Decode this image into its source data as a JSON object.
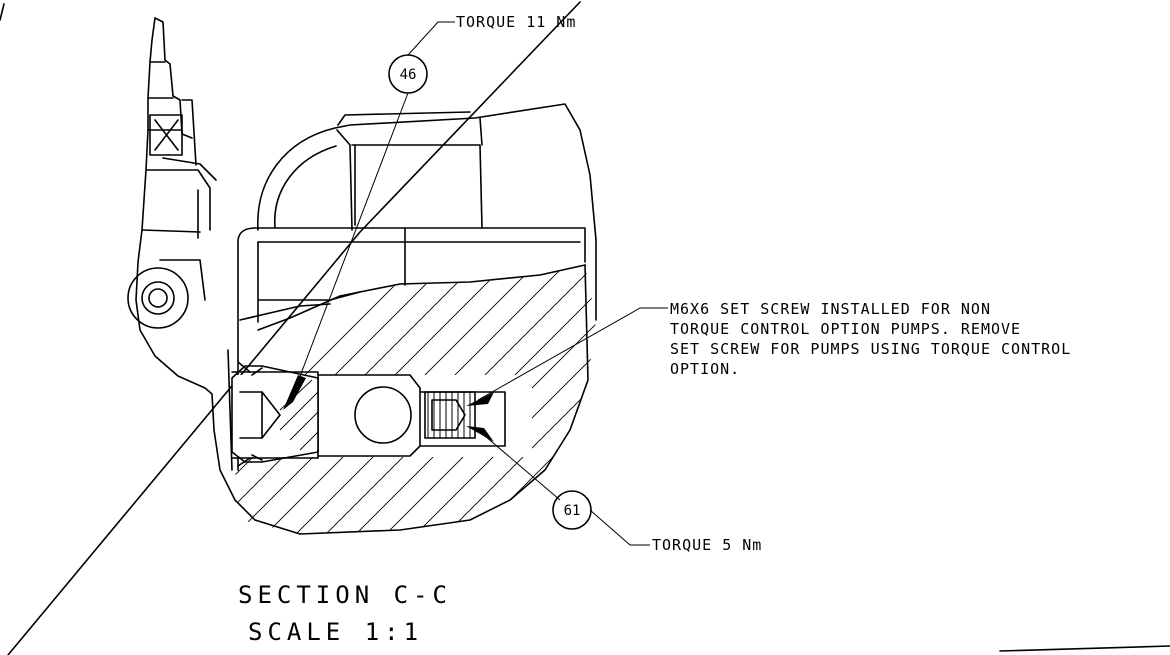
{
  "callouts": {
    "top_torque": "TORQUE 11 Nm",
    "bottom_torque": "TORQUE 5 Nm",
    "note_lines": [
      "M6X6 SET SCREW INSTALLED FOR NON",
      "TORQUE CONTROL OPTION PUMPS.  REMOVE",
      "SET SCREW FOR PUMPS USING TORQUE CONTROL",
      "OPTION."
    ]
  },
  "balloons": {
    "item_46": "46",
    "item_61": "61"
  },
  "section": {
    "title": "SECTION  C-C",
    "scale": "SCALE  1:1"
  }
}
